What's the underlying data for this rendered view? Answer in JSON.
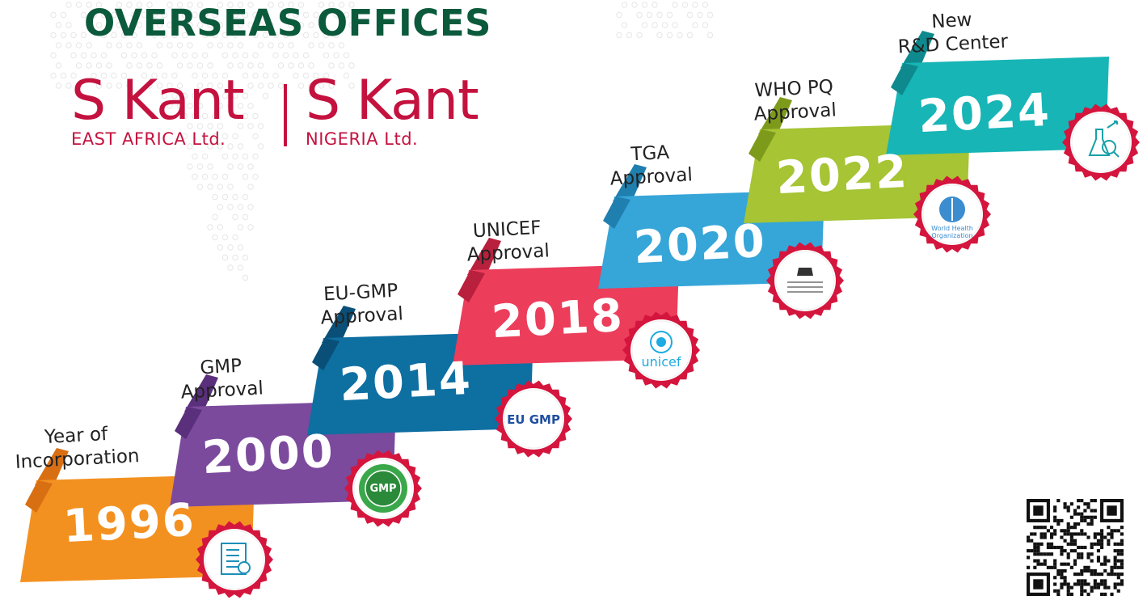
{
  "header": {
    "title": "OVERSEAS OFFICES"
  },
  "brands": [
    {
      "name": "S Kant",
      "sub": "EAST AFRICA Ltd."
    },
    {
      "name": "S Kant",
      "sub": "NIGERIA Ltd."
    }
  ],
  "colors": {
    "title_green": "#0b5a3c",
    "brand_red": "#c4123f",
    "badge_red": "#d4153d"
  },
  "milestones": [
    {
      "year": "1996",
      "label_line1": "Year of",
      "label_line2": "Incorporation",
      "color": "#f39120",
      "dark": "#d86f13",
      "badge": "certificate-icon"
    },
    {
      "year": "2000",
      "label_line1": "GMP",
      "label_line2": "Approval",
      "color": "#7b4a9c",
      "dark": "#5a2f7c",
      "badge": "gmp-quality-seal-icon"
    },
    {
      "year": "2014",
      "label_line1": "EU-GMP",
      "label_line2": "Approval",
      "color": "#0e6fa1",
      "dark": "#0a4f78",
      "badge": "eu-gmp-logo",
      "badge_text": "EU GMP"
    },
    {
      "year": "2018",
      "label_line1": "UNICEF",
      "label_line2": "Approval",
      "color": "#ec3d5b",
      "dark": "#b8203d",
      "badge": "unicef-logo",
      "badge_text": "unicef"
    },
    {
      "year": "2020",
      "label_line1": "TGA",
      "label_line2": "Approval",
      "color": "#36a5d8",
      "dark": "#1f7fae",
      "badge": "australian-government-crest-icon"
    },
    {
      "year": "2022",
      "label_line1": "WHO PQ",
      "label_line2": "Approval",
      "color": "#a6c434",
      "dark": "#7e9a1b",
      "badge": "who-logo",
      "badge_text_1": "World Health",
      "badge_text_2": "Organization"
    },
    {
      "year": "2024",
      "label_line1": "New",
      "label_line2": "R&D Center",
      "color": "#17b5b6",
      "dark": "#0e8a8e",
      "badge": "rnd-lab-icon"
    }
  ]
}
